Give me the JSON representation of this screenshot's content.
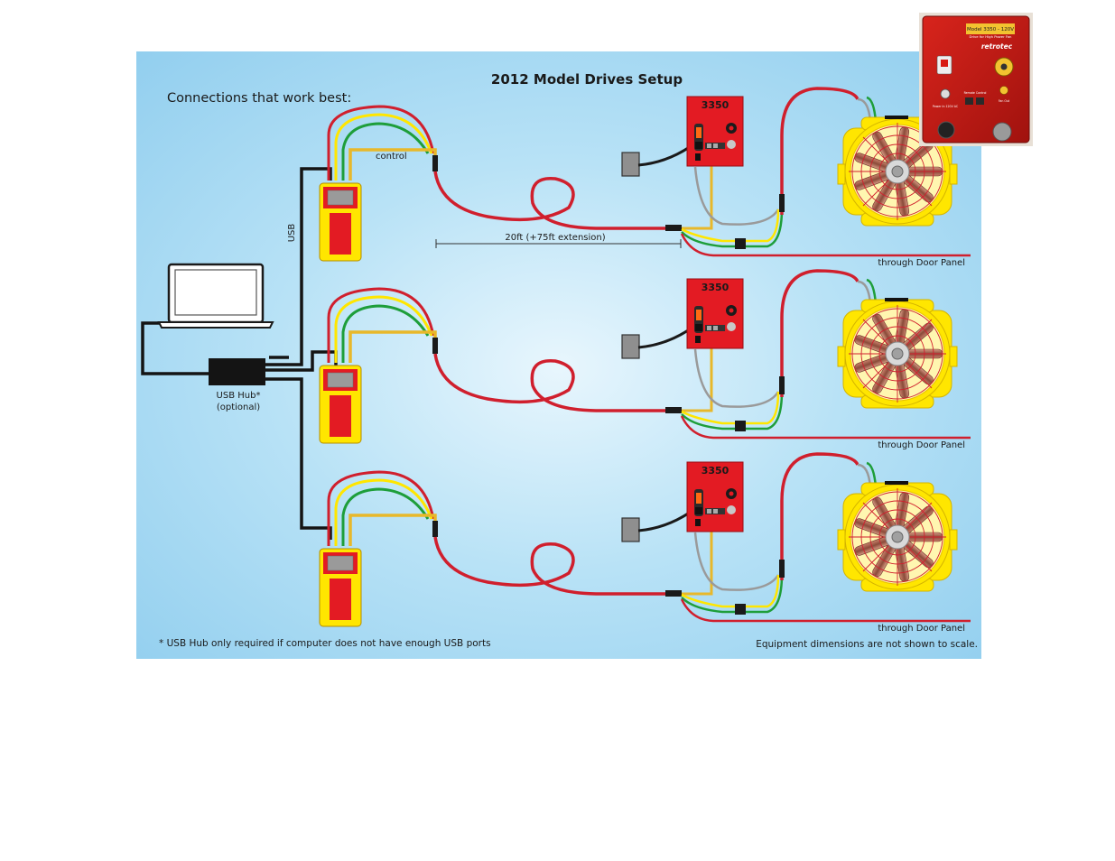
{
  "diagram": {
    "title": "2012 Model Drives Setup",
    "subtitle": "Connections that work best:",
    "labels": {
      "control": "control",
      "usb": "USB",
      "hub_name": "USB Hub*",
      "hub_note": "(optional)",
      "extension": "20ft (+75ft extension)",
      "through_panel": "through Door Panel",
      "drive_model": "3350"
    },
    "footnote_left": "* USB Hub only required if computer does not have enough USB ports",
    "footnote_right": "Equipment dimensions are not shown to scale."
  },
  "photo": {
    "model_text": "Model 3350 - 120V",
    "sub_text": "Drive for High Power Fan",
    "brand": "retrotec",
    "label_left": "Power In\n120V AC",
    "label_mid": "Remote Control",
    "label_right": "Fan Out"
  },
  "colors": {
    "panel_bg": "#a8d8f0",
    "cable_red": "#d01f2d",
    "drive_red": "#e31b23",
    "fan_yellow": "#ffe600",
    "wire_yellow": "#e8b82a",
    "wire_green": "#1e9e3a",
    "wire_gray": "#9a9a9a"
  }
}
